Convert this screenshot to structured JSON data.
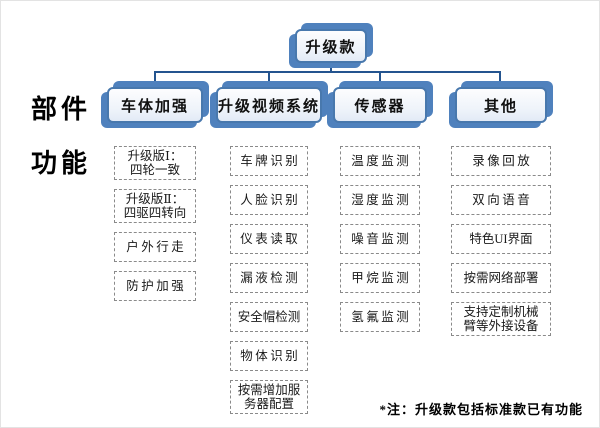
{
  "diagram": {
    "root_label": "升级款",
    "row_labels": {
      "components": "部件",
      "functions": "功能"
    },
    "branches": [
      {
        "label": "车体加强",
        "items": [
          "升级版Ⅰ：\n四轮一致",
          "升级版Ⅱ：\n四驱四转向",
          "户外行走",
          "防护加强"
        ]
      },
      {
        "label": "升级视频系统",
        "items": [
          "车牌识别",
          "人脸识别",
          "仪表读取",
          "漏液检测",
          "安全帽检测",
          "物体识别",
          "按需增加服\n务器配置"
        ]
      },
      {
        "label": "传感器",
        "items": [
          "温度监测",
          "湿度监测",
          "噪音监测",
          "甲烷监测",
          "氢氟监测"
        ]
      },
      {
        "label": "其他",
        "items": [
          "录像回放",
          "双向语音",
          "特色UI界面",
          "按需网络部署",
          "支持定制机械\n臂等外接设备"
        ]
      }
    ],
    "note": "*注：升级款包括标准款已有功能",
    "colors": {
      "accent_blue": "#4f81bd",
      "connector_navy": "#24548f",
      "dashed_gray": "#8a8a8a"
    }
  }
}
